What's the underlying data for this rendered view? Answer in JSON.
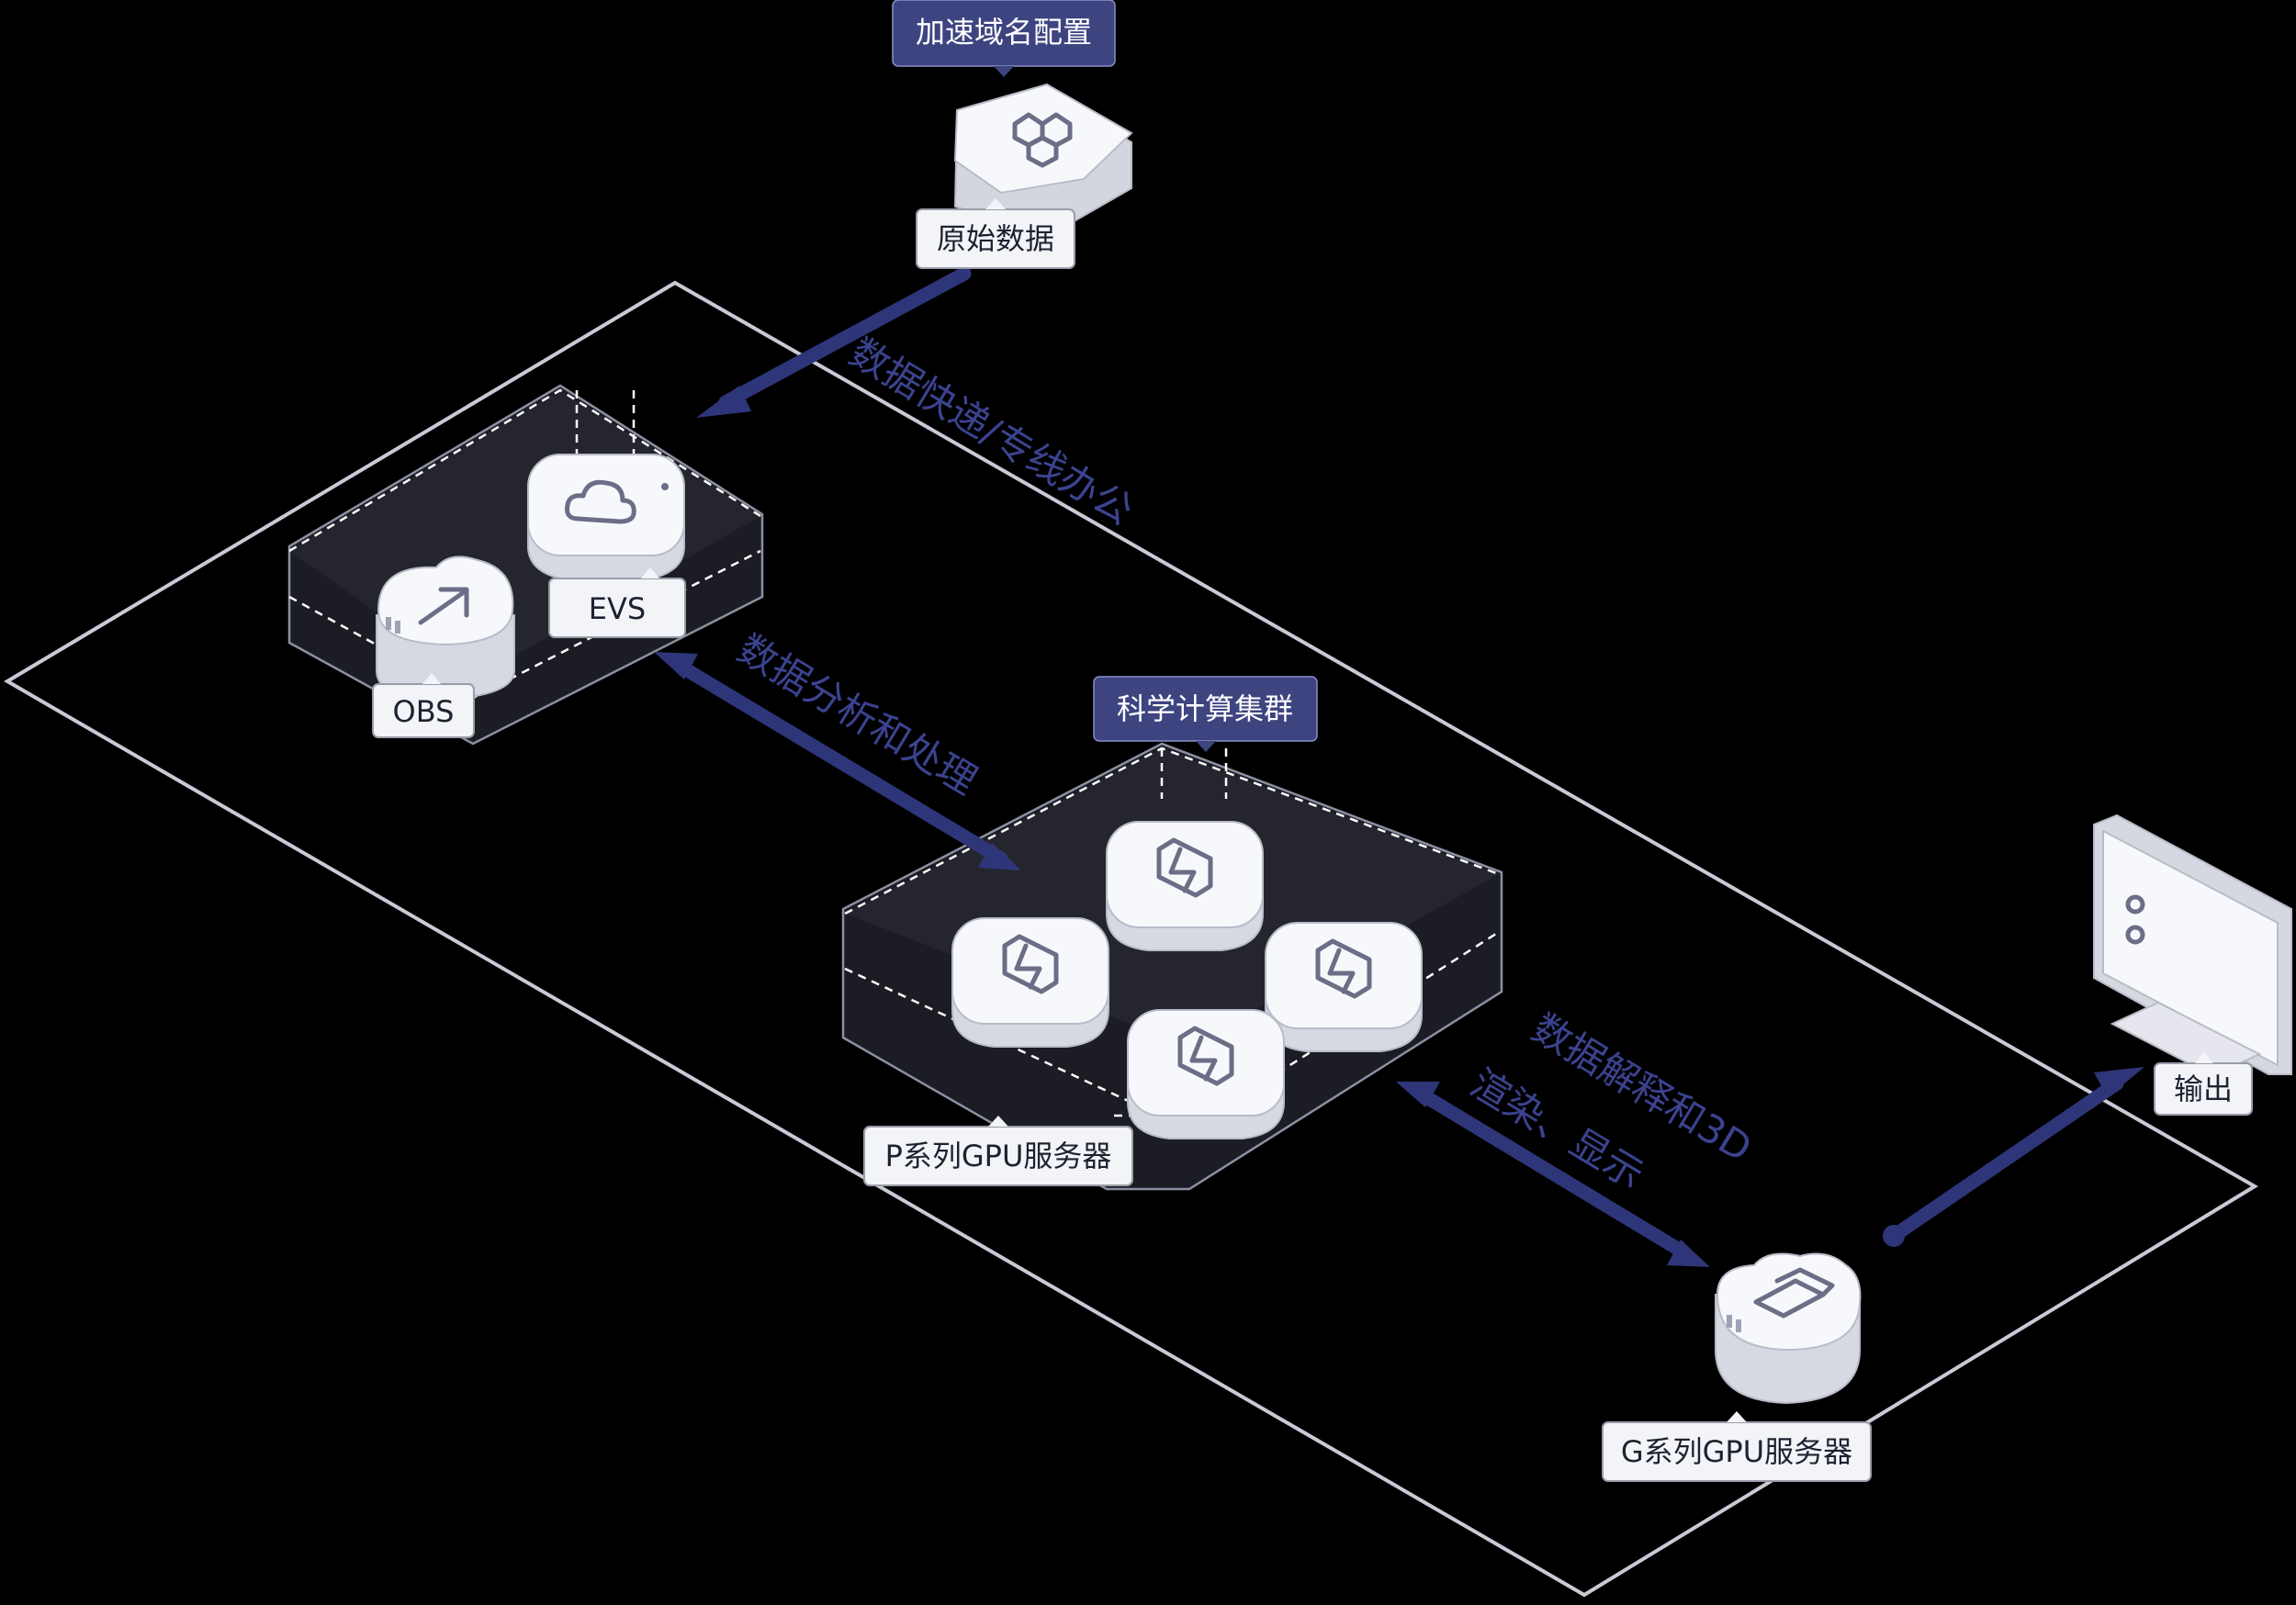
{
  "labels": {
    "accel_domain": "加速域名配置",
    "raw_data": "原始数据",
    "evs": "EVS",
    "obs": "OBS",
    "sci_cluster": "科学计算集群",
    "p_gpu": "P系列GPU服务器",
    "g_gpu": "G系列GPU服务器",
    "output": "输出"
  },
  "flows": {
    "express_line": "数据快递/专线办公",
    "analysis": "数据分析和处理",
    "interpret_1": "数据解释和3D",
    "interpret_2": "渲染、显示"
  },
  "colors": {
    "accent": "#3e4480",
    "arrow": "#2e3679",
    "background": "#000000"
  },
  "icons": [
    "cdn-honeycomb-icon",
    "cloud-disk-icon",
    "upload-arrow-icon",
    "lightning-icon",
    "window-stack-icon",
    "monitor-icon"
  ]
}
